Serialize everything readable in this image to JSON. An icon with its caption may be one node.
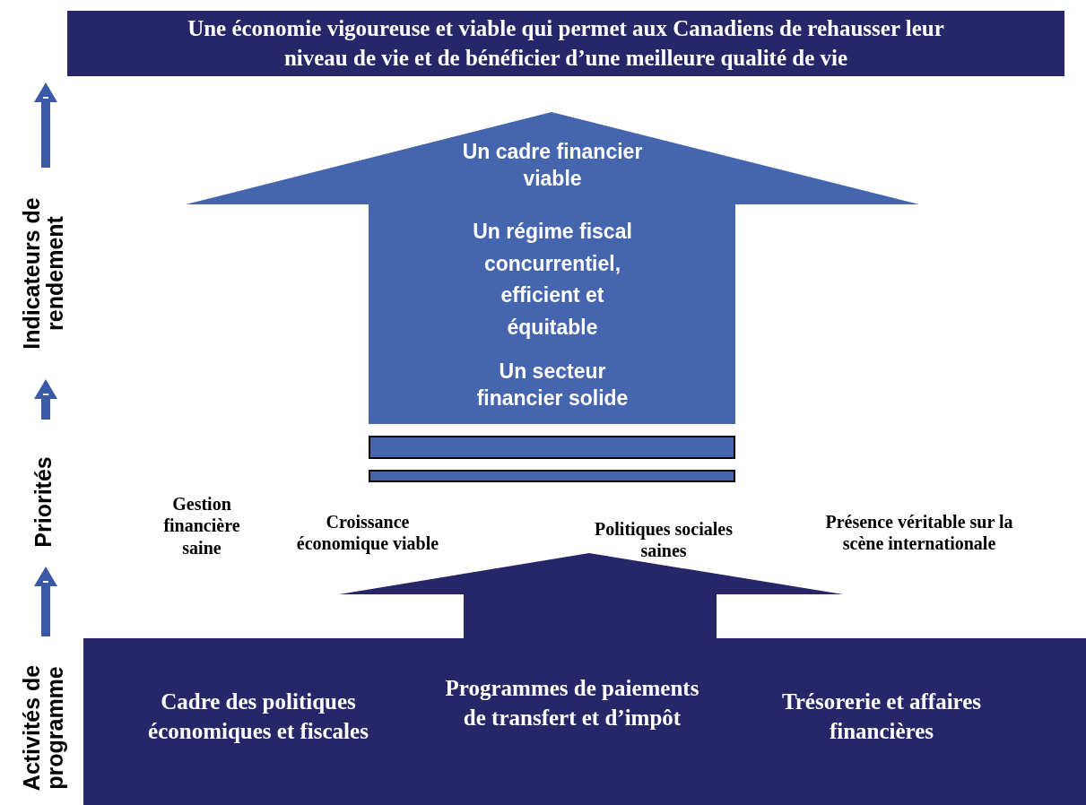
{
  "diagram": {
    "nodes": [
      {
        "text": [
          "Une économie vigoureuse et viable qui permet aux Canadiens de rehausser leur niveau de vie et de bénéficier d’une meilleure qualité de vie"
        ]
      },
      {
        "text": [
          "Un cadre financier viable",
          "Un régime fiscal concurrentiel, efficient et équitable",
          "Un secteur financier solide"
        ]
      },
      {
        "text": [],
        "shape": "bar"
      },
      {
        "text": [],
        "shape": "bar"
      },
      {
        "text": [
          "Cadre des politiques économiques et fiscales",
          "Programmes de paiements de transfert et d’impôt",
          "Trésorerie et affaires financières"
        ]
      }
    ],
    "labels": [
      "Indicateurs de rendement",
      "Priorités",
      "Activités de programme",
      "Gestion financière saine",
      "Croissance économique viable",
      "Politiques sociales saines",
      "Présence véritable sur la scène internationale"
    ]
  }
}
